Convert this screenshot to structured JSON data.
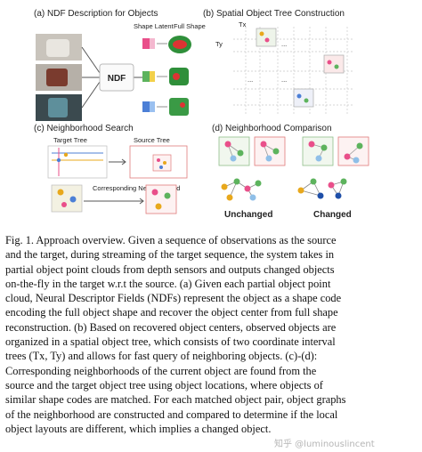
{
  "panels": {
    "a": {
      "title": "(a) NDF Description for Objects",
      "shape_latent": "Shape Latent",
      "full_shape": "Full Shape",
      "ndf": "NDF"
    },
    "b": {
      "title": "(b) Spatial Object Tree Construction",
      "tx": "Tx",
      "ty": "Ty",
      "dots": "..."
    },
    "c": {
      "title": "(c) Neighborhood Search",
      "target_tree": "Target Tree",
      "source_tree": "Source Tree",
      "corresponding": "Corresponding Neighborhood"
    },
    "d": {
      "title": "(d) Neighborhood Comparison",
      "unchanged": "Unchanged",
      "changed": "Changed"
    }
  },
  "colors": {
    "unchanged": "#e8a81c",
    "changed": "#1f4fa8",
    "box_red": "#e07a7a",
    "ndf_box": "#b9b9b9"
  },
  "caption": {
    "lines": [
      "Fig. 1.   Approach overview. Given a sequence of observations as the source",
      "and the target, during streaming of the target sequence, the system takes in",
      "partial object point clouds from depth sensors and outputs changed objects",
      "on-the-fly in the target w.r.t the source. (a) Given each partial object point",
      "cloud, Neural Descriptor Fields (NDFs) represent the object as a shape code",
      "encoding the full object shape and recover the object center from full shape",
      "reconstruction. (b) Based on recovered object centers, observed objects are",
      "organized in a spatial object tree, which consists of two coordinate interval",
      "trees (Tx, Ty) and allows for fast query of neighboring objects. (c)-(d):",
      "Corresponding neighborhoods of the current object are found from the",
      "source and the target object tree using object locations, where objects of",
      "similar shape codes are matched. For each matched object pair, object graphs",
      "of the neighborhood are constructed and compared to determine if the local",
      "object layouts are different, which implies a changed object."
    ]
  },
  "watermark": "知乎 @luminouslincent"
}
